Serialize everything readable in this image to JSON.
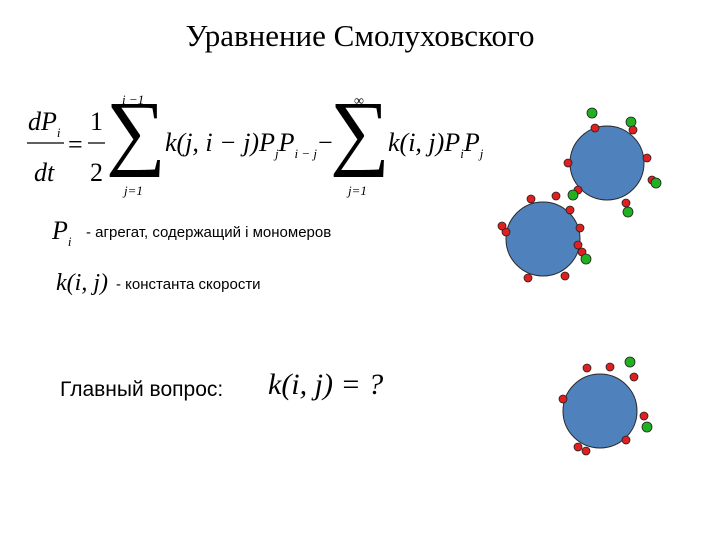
{
  "title": "Уравнение Смолуховского",
  "equation": {
    "lhs_num": "dP",
    "lhs_num_sub": "i",
    "lhs_den": "dt",
    "equals": "=",
    "half_num": "1",
    "half_den": "2",
    "sum1_upper": "i −1",
    "sum1_lower": "j=1",
    "term1": "k(j, i − j)P",
    "term1_sub1": "j",
    "term1_mid": "P",
    "term1_sub2": "i − j",
    "minus": "−",
    "sum2_upper": "∞",
    "sum2_lower": "j=1",
    "term2": "k(i, j)P",
    "term2_sub1": "i",
    "term2_mid": "P",
    "term2_sub2": "j"
  },
  "definitions": {
    "pi_symbol": "P",
    "pi_sub": "i",
    "pi_text": "- агрегат, содержащий i мономеров",
    "k_symbol": "k(i, j)",
    "k_text": "- константа скорости"
  },
  "question": {
    "label": "Главный вопрос:",
    "formula": "k(i, j) = ?"
  },
  "colors": {
    "particle_fill": "#4f81bd",
    "particle_stroke": "#2a2a2a",
    "monomer_red": "#e02020",
    "monomer_green": "#20b020"
  }
}
